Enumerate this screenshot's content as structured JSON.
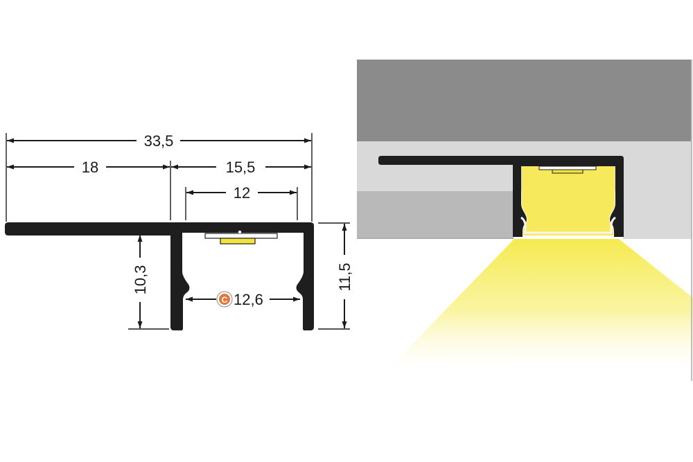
{
  "dimensions": {
    "total_width": "33,5",
    "flange_width": "18",
    "channel_width": "15,5",
    "opening_width": "12",
    "inner_height": "10,3",
    "outer_height": "11,5",
    "cover_width": "12,6",
    "cover_marker": "C"
  },
  "colors": {
    "profile": "#1e1e1e",
    "dimension_line": "#1a1a1a",
    "led_light": "#f6ea5c",
    "light_cone": "#f8f07a",
    "ceiling_dark": "#8b8b8b",
    "ceiling_light": "#d9d9d9",
    "wall_mid": "#b9b9b9",
    "marker_fill": "#e07a3a"
  }
}
